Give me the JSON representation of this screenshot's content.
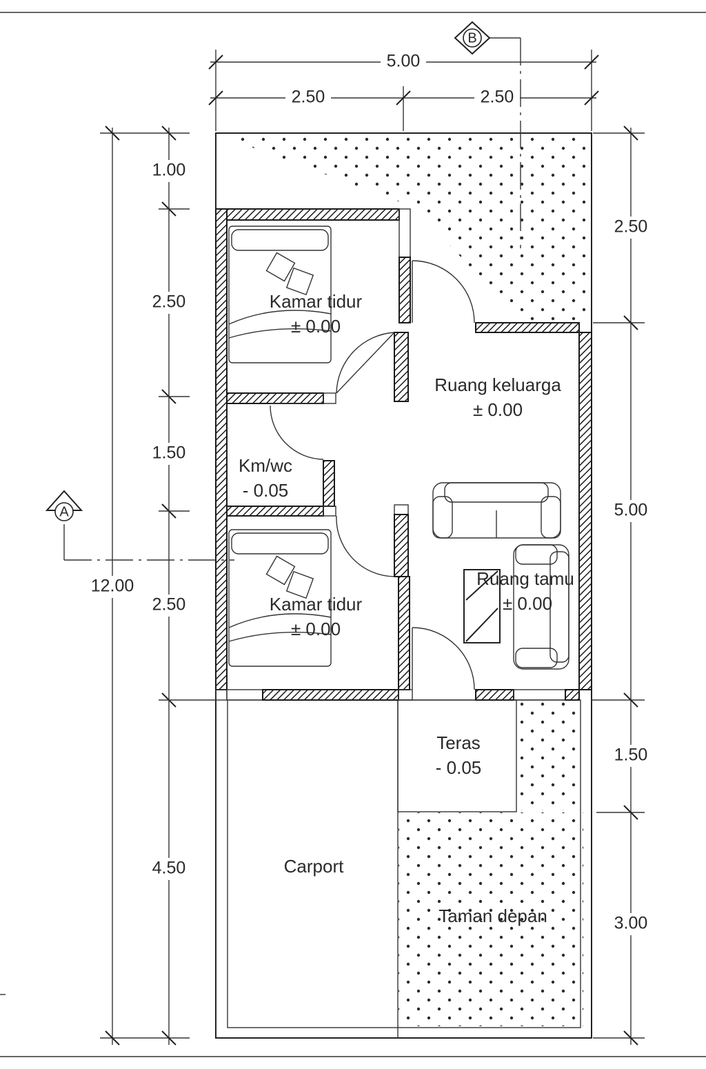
{
  "plan": {
    "dimensions_top": {
      "total": "5.00",
      "left": "2.50",
      "right": "2.50"
    },
    "dimensions_left_outer": "12.00",
    "dimensions_left_inner": [
      "1.00",
      "2.50",
      "1.50",
      "2.50",
      "4.50"
    ],
    "dimensions_right": [
      "2.50",
      "5.00",
      "1.50",
      "3.00"
    ],
    "section_markers": {
      "a": "A",
      "b": "B"
    },
    "rooms": {
      "bedroom_top": {
        "name": "Kamar tidur",
        "level": "± 0.00"
      },
      "family_room": {
        "name": "Ruang keluarga",
        "level": "± 0.00"
      },
      "bathroom": {
        "name": "Km/wc",
        "level": "- 0.05"
      },
      "living_room": {
        "name": "Ruang tamu",
        "level": "± 0.00"
      },
      "bedroom_bottom": {
        "name": "Kamar tidur",
        "level": "± 0.00"
      },
      "terrace": {
        "name": "Teras",
        "level": "- 0.05"
      },
      "carport": {
        "name": "Carport"
      },
      "front_garden": {
        "name": "Taman depan"
      }
    }
  }
}
